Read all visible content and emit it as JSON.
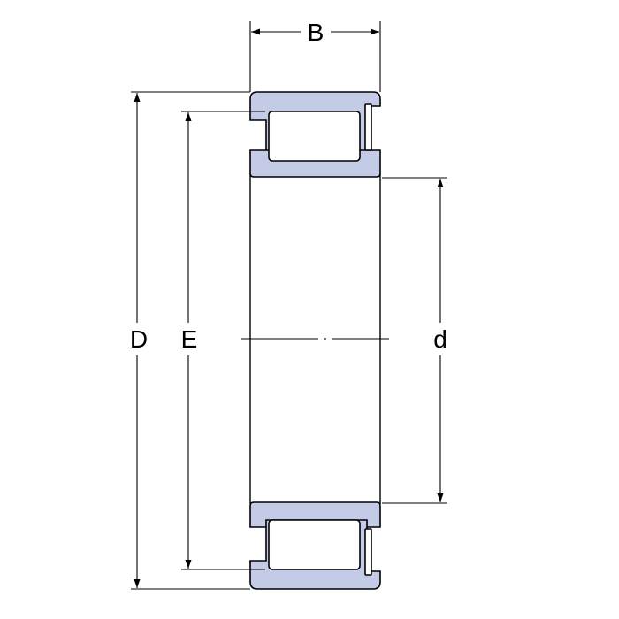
{
  "diagram": {
    "labels": {
      "width": "B",
      "outer_diameter": "D",
      "inner_raceway_diameter": "E",
      "bore_diameter": "d"
    },
    "colors": {
      "ring": "#c3cbe6",
      "line": "#000000",
      "background": "#ffffff"
    }
  }
}
